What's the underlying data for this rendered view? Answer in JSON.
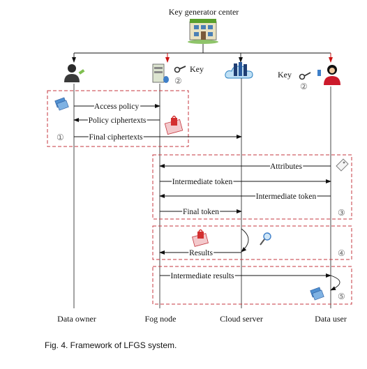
{
  "center": {
    "label": "Key generator center"
  },
  "actors": {
    "data_owner": "Data owner",
    "fog_node": "Fog node",
    "cloud_server": "Cloud server",
    "data_user": "Data user"
  },
  "keys": {
    "fog": "Key",
    "user": "Key"
  },
  "phases": {
    "p1": "①",
    "p2": "②",
    "p3": "③",
    "p4": "④",
    "p5": "⑤"
  },
  "messages": {
    "access_policy": "Access policy",
    "policy_ciphertexts": "Policy ciphertexts",
    "final_ciphertexts": "Final ciphertexts",
    "attributes": "Attributes",
    "intermediate_token_1": "Intermediate token",
    "intermediate_token_2": "Intermediate token",
    "final_token": "Final token",
    "results": "Results",
    "intermediate_results": "Intermediate results"
  },
  "caption": "Fig. 4. Framework of LFGS system.",
  "colors": {
    "phase_border": "#c4373f",
    "key_arrow": "#cc1111",
    "cloud": "#2a7fc0",
    "building": "#5aa02c"
  },
  "icons": [
    "building-icon",
    "person-icon",
    "server-icon",
    "cloud-icon",
    "key-icon",
    "document-stack-icon",
    "lock-icon",
    "magnifier-icon",
    "tag-icon"
  ]
}
